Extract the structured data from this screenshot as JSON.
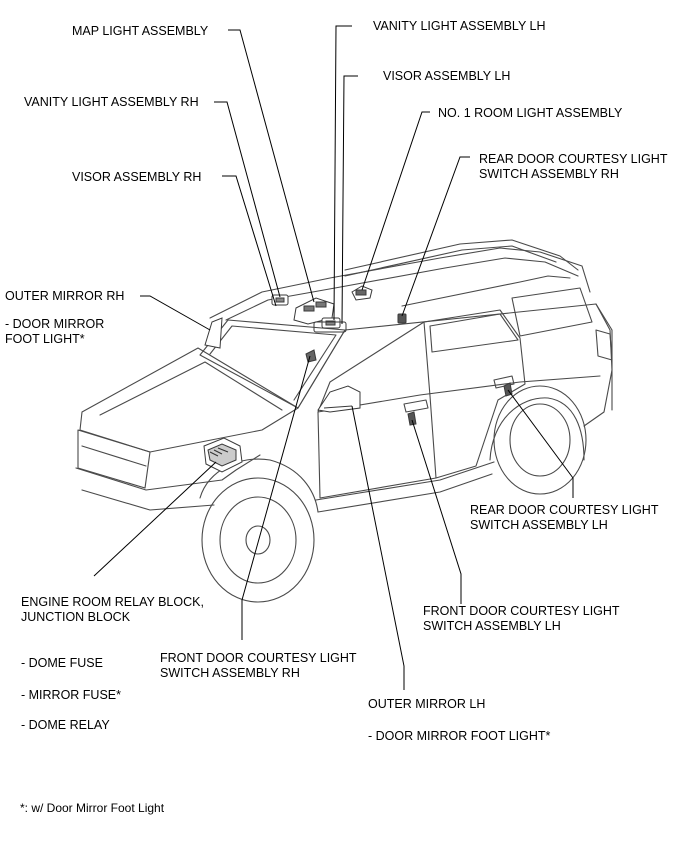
{
  "labels": {
    "map_light": "MAP LIGHT ASSEMBLY",
    "vanity_lh": "VANITY LIGHT ASSEMBLY LH",
    "visor_lh": "VISOR ASSEMBLY LH",
    "vanity_rh": "VANITY LIGHT ASSEMBLY RH",
    "room_light": "NO. 1 ROOM LIGHT ASSEMBLY",
    "rear_rh_1": "REAR DOOR COURTESY LIGHT",
    "rear_rh_2": "SWITCH ASSEMBLY RH",
    "visor_rh": "VISOR ASSEMBLY RH",
    "outer_mirror_rh": "OUTER MIRROR RH",
    "mirror_foot_rh_1": "- DOOR MIRROR",
    "mirror_foot_rh_2": "FOOT LIGHT*",
    "rear_lh_1": "REAR DOOR COURTESY LIGHT",
    "rear_lh_2": "SWITCH ASSEMBLY LH",
    "engine_relay_1": "ENGINE ROOM RELAY BLOCK,",
    "engine_relay_2": "JUNCTION BLOCK",
    "front_lh_1": "FRONT DOOR COURTESY LIGHT",
    "front_lh_2": "SWITCH ASSEMBLY LH",
    "dome_fuse": "- DOME FUSE",
    "front_rh_1": "FRONT DOOR COURTESY LIGHT",
    "front_rh_2": "SWITCH ASSEMBLY RH",
    "mirror_fuse": "- MIRROR FUSE*",
    "outer_mirror_lh": "OUTER MIRROR LH",
    "dome_relay": "- DOME RELAY",
    "mirror_foot_lh": "- DOOR MIRROR FOOT LIGHT*"
  },
  "footnote": "*: w/ Door Mirror Foot Light"
}
